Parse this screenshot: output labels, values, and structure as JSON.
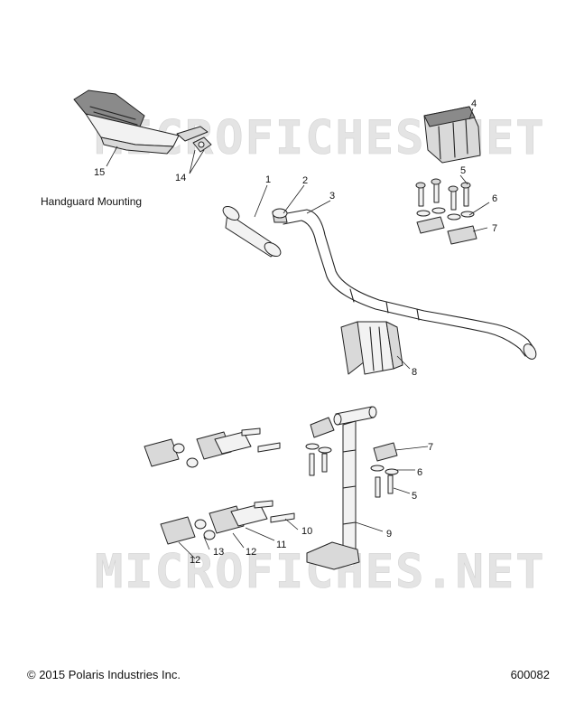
{
  "section_label": "Handguard Mounting",
  "watermark_text": "MICROFICHES.NET",
  "footer": {
    "copyright": "© 2015 Polaris Industries Inc.",
    "diagram_id": "600082"
  },
  "callouts": {
    "c1": "1",
    "c2": "2",
    "c3": "3",
    "c4": "4",
    "c5a": "5",
    "c6a": "6",
    "c7a": "7",
    "c8": "8",
    "c9": "9",
    "c10": "10",
    "c11": "11",
    "c12a": "12",
    "c12b": "12",
    "c13": "13",
    "c14": "14",
    "c15": "15",
    "c7b": "7",
    "c6b": "6",
    "c5b": "5"
  },
  "colors": {
    "line": "#222222",
    "watermark": "#e4e4e4",
    "shade": "#8a8a8a"
  }
}
